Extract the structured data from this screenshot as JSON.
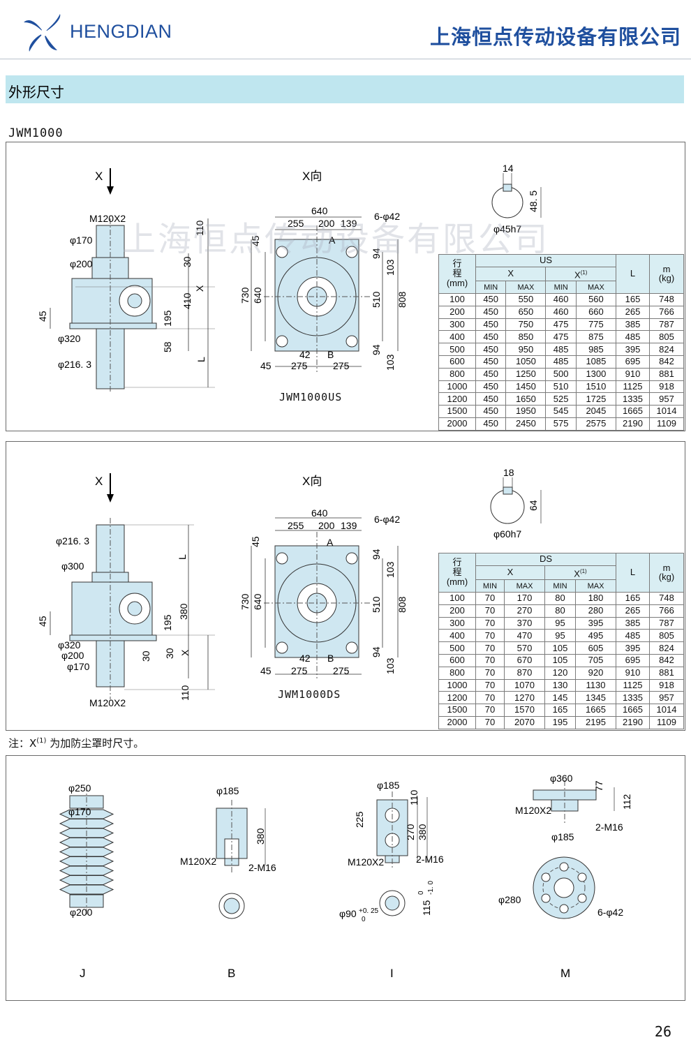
{
  "header": {
    "brand": "HENGDIAN",
    "company": "上海恒点传动设备有限公司"
  },
  "section": {
    "title": "外形尺寸"
  },
  "model": "JWM1000",
  "watermark": "上海恒点传动设备有限公司",
  "us_panel": {
    "view_x_label": "X",
    "view_dir_label": "X向",
    "caption": "JWM1000US",
    "dims_side": {
      "m": "M120X2",
      "d170": "φ170",
      "d200": "φ200",
      "d320": "φ320",
      "d2163": "φ216. 3",
      "v110": "110",
      "v30": "30",
      "v410": "410",
      "x": "X",
      "v195": "195",
      "v45": "45",
      "v58": "58",
      "l": "L"
    },
    "dims_top": {
      "w640": "640",
      "w255": "255",
      "w200": "200",
      "w139": "139",
      "holes": "6-φ42",
      "v45": "45",
      "v730": "730",
      "v640": "640",
      "v94a": "94",
      "v103a": "103",
      "v510": "510",
      "v808": "808",
      "v94b": "94",
      "v103b": "103",
      "w42": "42",
      "b": "B",
      "a": "A",
      "w45": "45",
      "w275a": "275",
      "w275b": "275"
    },
    "shaft": {
      "w": "14",
      "h": "48. 5",
      "d": "φ45h7"
    },
    "table": {
      "head_stroke": "行程",
      "head_mm": "(mm)",
      "head_group": "US",
      "head_x": "X",
      "head_x1": "X",
      "head_x1_sup": "(1)",
      "head_l": "L",
      "head_m": "m",
      "head_kg": "(kg)",
      "min": "MIN",
      "max": "MAX",
      "rows": [
        [
          "100",
          "450",
          "550",
          "460",
          "560",
          "165",
          "748"
        ],
        [
          "200",
          "450",
          "650",
          "460",
          "660",
          "265",
          "766"
        ],
        [
          "300",
          "450",
          "750",
          "475",
          "775",
          "385",
          "787"
        ],
        [
          "400",
          "450",
          "850",
          "475",
          "875",
          "485",
          "805"
        ],
        [
          "500",
          "450",
          "950",
          "485",
          "985",
          "395",
          "824"
        ],
        [
          "600",
          "450",
          "1050",
          "485",
          "1085",
          "695",
          "842"
        ],
        [
          "800",
          "450",
          "1250",
          "500",
          "1300",
          "910",
          "881"
        ],
        [
          "1000",
          "450",
          "1450",
          "510",
          "1510",
          "1125",
          "918"
        ],
        [
          "1200",
          "450",
          "1650",
          "525",
          "1725",
          "1335",
          "957"
        ],
        [
          "1500",
          "450",
          "1950",
          "545",
          "2045",
          "1665",
          "1014"
        ],
        [
          "2000",
          "450",
          "2450",
          "575",
          "2575",
          "2190",
          "1109"
        ]
      ]
    }
  },
  "ds_panel": {
    "view_x_label": "X",
    "view_dir_label": "X向",
    "caption": "JWM1000DS",
    "dims_side": {
      "d2163": "φ216. 3",
      "d300": "φ300",
      "l": "L",
      "v380": "380",
      "v45": "45",
      "v195": "195",
      "d320": "φ320",
      "d200": "φ200",
      "d170": "φ170",
      "v30a": "30",
      "v30b": "30",
      "x": "X",
      "v110": "110",
      "m": "M120X2"
    },
    "dims_top": {
      "w640": "640",
      "w255": "255",
      "w200": "200",
      "w139": "139",
      "holes": "6-φ42",
      "v45": "45",
      "v730": "730",
      "v640": "640",
      "v94a": "94",
      "v103a": "103",
      "v510": "510",
      "v808": "808",
      "v94b": "94",
      "v103b": "103",
      "w42": "42",
      "b": "B",
      "a": "A",
      "w45": "45",
      "w275a": "275",
      "w275b": "275"
    },
    "shaft": {
      "w": "18",
      "h": "64",
      "d": "φ60h7"
    },
    "table": {
      "head_stroke": "行程",
      "head_mm": "(mm)",
      "head_group": "DS",
      "head_x": "X",
      "head_x1": "X",
      "head_x1_sup": "(1)",
      "head_l": "L",
      "head_m": "m",
      "head_kg": "(kg)",
      "min": "MIN",
      "max": "MAX",
      "rows": [
        [
          "100",
          "70",
          "170",
          "80",
          "180",
          "165",
          "748"
        ],
        [
          "200",
          "70",
          "270",
          "80",
          "280",
          "265",
          "766"
        ],
        [
          "300",
          "70",
          "370",
          "95",
          "395",
          "385",
          "787"
        ],
        [
          "400",
          "70",
          "470",
          "95",
          "495",
          "485",
          "805"
        ],
        [
          "500",
          "70",
          "570",
          "105",
          "605",
          "395",
          "824"
        ],
        [
          "600",
          "70",
          "670",
          "105",
          "705",
          "695",
          "842"
        ],
        [
          "800",
          "70",
          "870",
          "120",
          "920",
          "910",
          "881"
        ],
        [
          "1000",
          "70",
          "1070",
          "130",
          "1130",
          "1125",
          "918"
        ],
        [
          "1200",
          "70",
          "1270",
          "145",
          "1345",
          "1335",
          "957"
        ],
        [
          "1500",
          "70",
          "1570",
          "165",
          "1665",
          "1665",
          "1014"
        ],
        [
          "2000",
          "70",
          "2070",
          "195",
          "2195",
          "2190",
          "1109"
        ]
      ]
    }
  },
  "note": {
    "prefix": "注：X",
    "sup": "(1)",
    "text": "为加防尘罩时尺寸。"
  },
  "accessories": {
    "j": {
      "label": "J",
      "d250": "φ250",
      "d170": "φ170",
      "d200": "φ200"
    },
    "b": {
      "label": "B",
      "d185": "φ185",
      "v380": "380",
      "m": "M120X2",
      "m16": "2-M16"
    },
    "i": {
      "label": "I",
      "d185": "φ185",
      "v225": "225",
      "v110": "110",
      "v270": "270",
      "v380": "380",
      "m": "M120X2",
      "m16": "2-M16",
      "d90": "φ90",
      "tol_up": "+0. 25",
      "tol_lo": "0",
      "v115": "115",
      "tol2_up": "0",
      "tol2_lo": "-1. 0"
    },
    "m": {
      "label": "M",
      "d360": "φ360",
      "v77": "77",
      "v112": "112",
      "m": "M120X2",
      "d185": "φ185",
      "m16": "2-M16",
      "d280": "φ280",
      "holes": "6-φ42"
    }
  },
  "page_number": "26",
  "colors": {
    "brand_blue": "#1f4f9e",
    "section_bar": "#bfe6ef",
    "part_fill": "#cfe7f1",
    "table_head": "#d9eef3"
  }
}
